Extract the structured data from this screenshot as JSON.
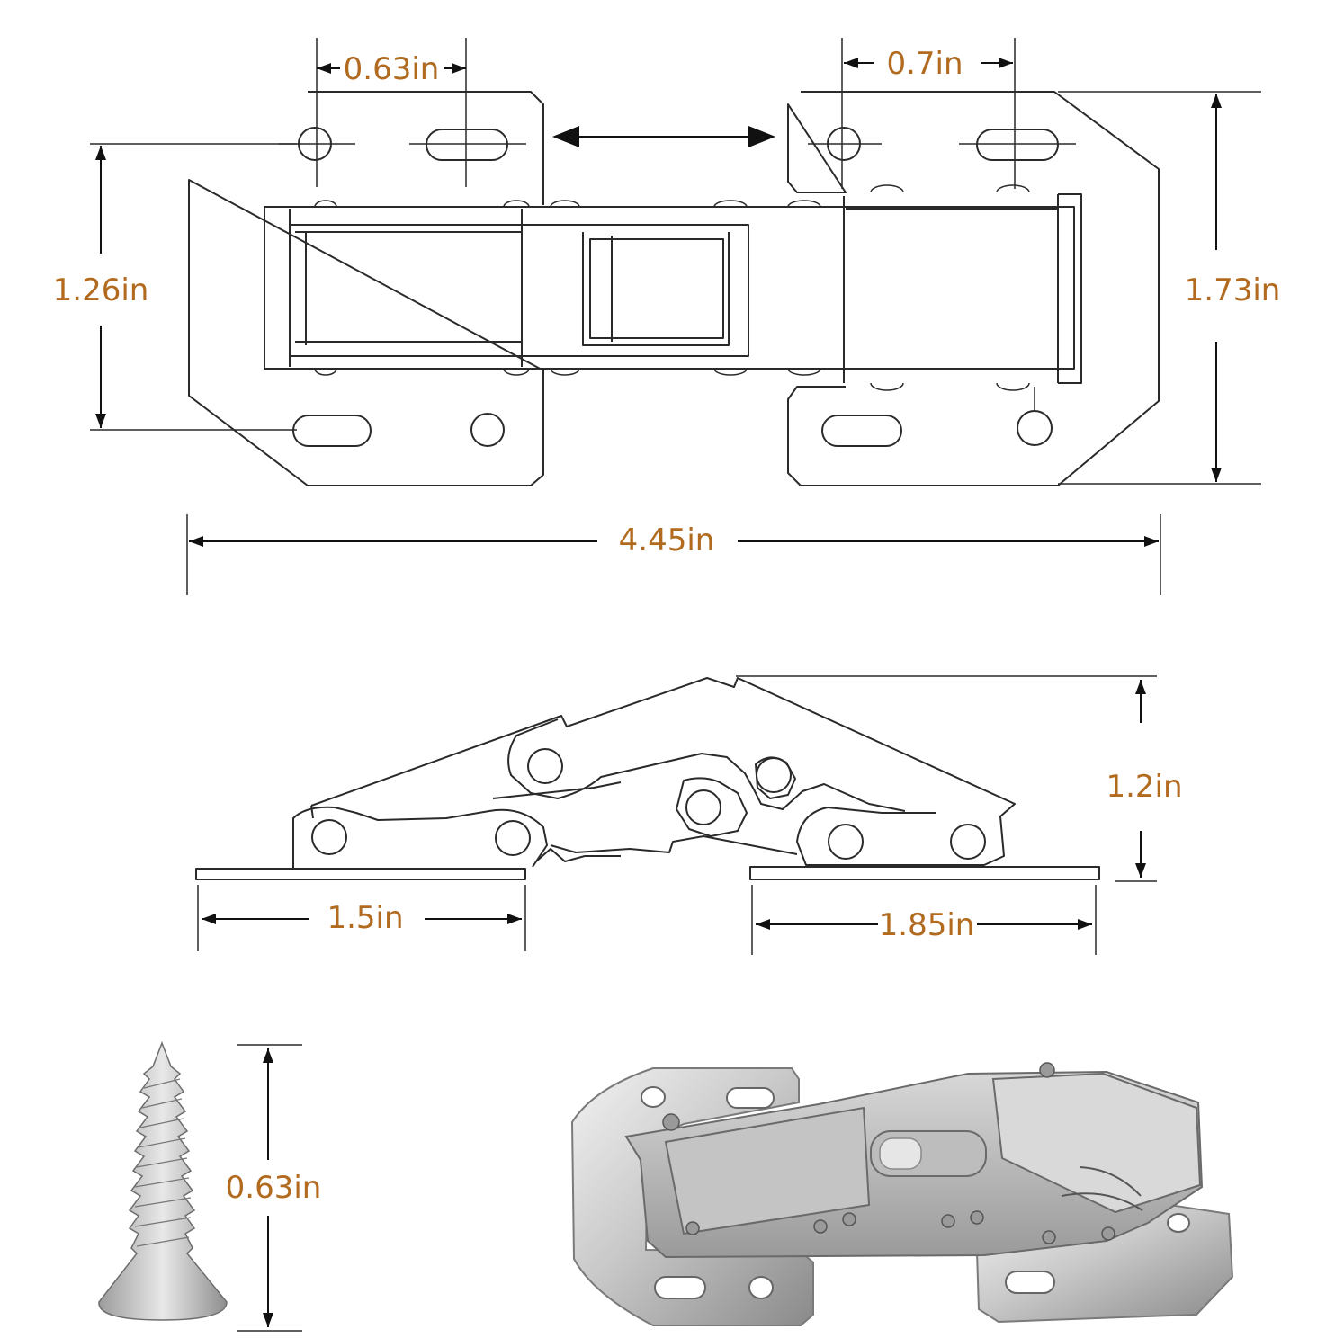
{
  "colors": {
    "dimension_text": "#b26a1f",
    "line_art": "#2a2a2a",
    "background": "#ffffff"
  },
  "top_view": {
    "hole_spacing_left": "0.63in",
    "hole_spacing_right": "0.7in",
    "plate_height_left": "1.26in",
    "overall_height": "1.73in",
    "overall_length": "4.45in"
  },
  "side_view": {
    "height": "1.2in",
    "left_plate_length": "1.5in",
    "right_plate_length": "1.85in"
  },
  "screw": {
    "length": "0.63in"
  }
}
